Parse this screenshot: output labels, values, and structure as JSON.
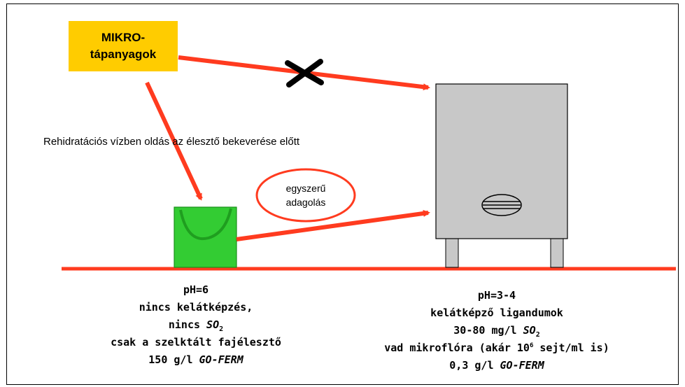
{
  "mikro_box": {
    "line1": "MIKRO-",
    "line2": "tápanyagok",
    "color": "#ffcc00"
  },
  "note": "Rehidratációs vízben oldás az élesztő bekeverése előtt",
  "oval": {
    "line1": "egyszerű",
    "line2": "adagolás"
  },
  "colors": {
    "arrow": "#ff3b1f",
    "bucket": "#33cc33",
    "tank": "#c8c8c8"
  },
  "left_info": {
    "l1": "pH=6",
    "l2": "nincs kelátképzés,",
    "l3a": "nincs ",
    "l3b": "SO",
    "l3c": "2",
    "l4": "csak a szelktált fajélesztő",
    "l5a": "150 g/l ",
    "l5b": "GO-FERM"
  },
  "right_info": {
    "l1": "pH=3-4",
    "l2": "kelátképző ligandumok",
    "l3a": "30-80 mg/l ",
    "l3b": "SO",
    "l3c": "2",
    "l4a": "vad mikroflóra (akár 10",
    "l4b": "6",
    "l4c": " sejt/ml is)",
    "l5a": "0,3 g/l ",
    "l5b": "GO-FERM"
  }
}
